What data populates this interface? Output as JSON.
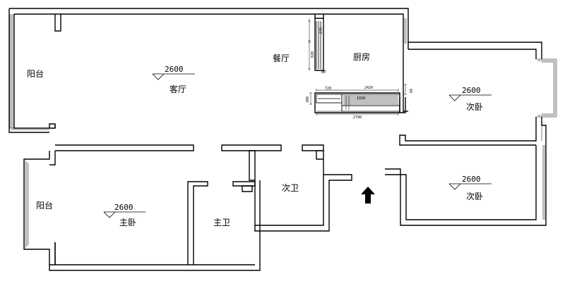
{
  "rooms": {
    "living_room": "客厅",
    "dining": "餐厅",
    "kitchen": "厨房",
    "balcony_top": "阳台",
    "balcony_bottom": "阳台",
    "master_bedroom": "主卧",
    "master_bath": "主卫",
    "second_bath": "次卫",
    "second_bedroom_top": "次卧",
    "second_bedroom_bottom": "次卧"
  },
  "elevations": {
    "living_room": "2600",
    "master_bedroom": "2600",
    "second_bedroom_top": "2600",
    "second_bedroom_bottom": "2600"
  },
  "dimensions": {
    "d270": "270",
    "d820": "820",
    "d80": "80",
    "d720": "720",
    "d2420": "2420",
    "d2790": "2790",
    "d60": "60",
    "d300": "300",
    "d1310": "1310"
  },
  "colors": {
    "line": "#000000",
    "background": "#ffffff"
  },
  "icons": {
    "entrance": "up-arrow-icon"
  }
}
